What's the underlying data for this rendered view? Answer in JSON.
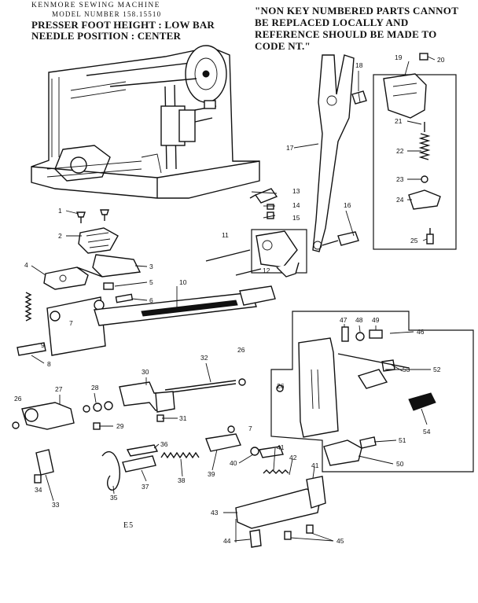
{
  "header": {
    "title": "KENMORE SEWING MACHINE",
    "model": "MODEL NUMBER 158.15510",
    "presser_foot": "PRESSER FOOT HEIGHT : LOW BAR",
    "needle_position": "NEEDLE POSITION : CENTER"
  },
  "note": {
    "text": "\"NON KEY NUMBERED PARTS CANNOT BE REPLACED LOCALLY AND REFERENCE SHOULD BE MADE TO CODE NT.\""
  },
  "page_code": "E5",
  "callouts": {
    "c1": "1",
    "c2": "2",
    "c3": "3",
    "c4": "4",
    "c5": "5",
    "c6": "6",
    "c7": "7",
    "c7b": "7",
    "c8": "8",
    "c9": "9",
    "c10": "10",
    "c11": "11",
    "c12": "12",
    "c13": "13",
    "c14": "14",
    "c15": "15",
    "c16": "16",
    "c17": "17",
    "c18": "18",
    "c19": "19",
    "c20": "20",
    "c21": "21",
    "c22": "22",
    "c23": "23",
    "c24": "24",
    "c25": "25",
    "c26": "26",
    "c26b": "26",
    "c26c": "26",
    "c27": "27",
    "c28": "28",
    "c29": "29",
    "c30": "30",
    "c31": "31",
    "c32": "32",
    "c33": "33",
    "c34": "34",
    "c35": "35",
    "c36": "36",
    "c37": "37",
    "c38": "38",
    "c39": "39",
    "c40": "40",
    "c41": "41",
    "c41b": "41",
    "c42": "42",
    "c43": "43",
    "c44": "44",
    "c45": "45",
    "c46": "46",
    "c47": "47",
    "c48": "48",
    "c49": "49",
    "c50": "50",
    "c51": "51",
    "c52": "52",
    "c53": "53",
    "c54": "54"
  }
}
